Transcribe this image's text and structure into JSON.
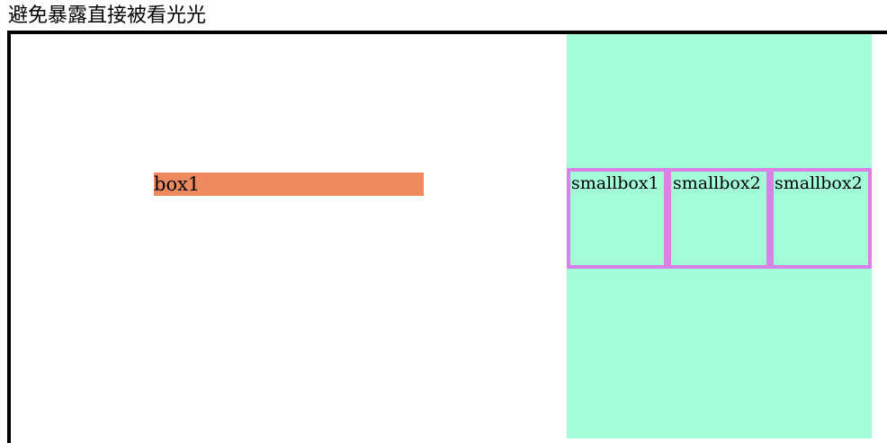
{
  "page": {
    "heading": "避免暴露直接被看光光"
  },
  "box1": {
    "label": "box1"
  },
  "smallboxes": [
    {
      "label": "smallbox1"
    },
    {
      "label": "smallbox2"
    },
    {
      "label": "smallbox2"
    }
  ],
  "colors": {
    "box1": "#ef8a5e",
    "panel": "#a2fcd8",
    "smallbox_border": "#d982e6",
    "outline": "#000000"
  }
}
